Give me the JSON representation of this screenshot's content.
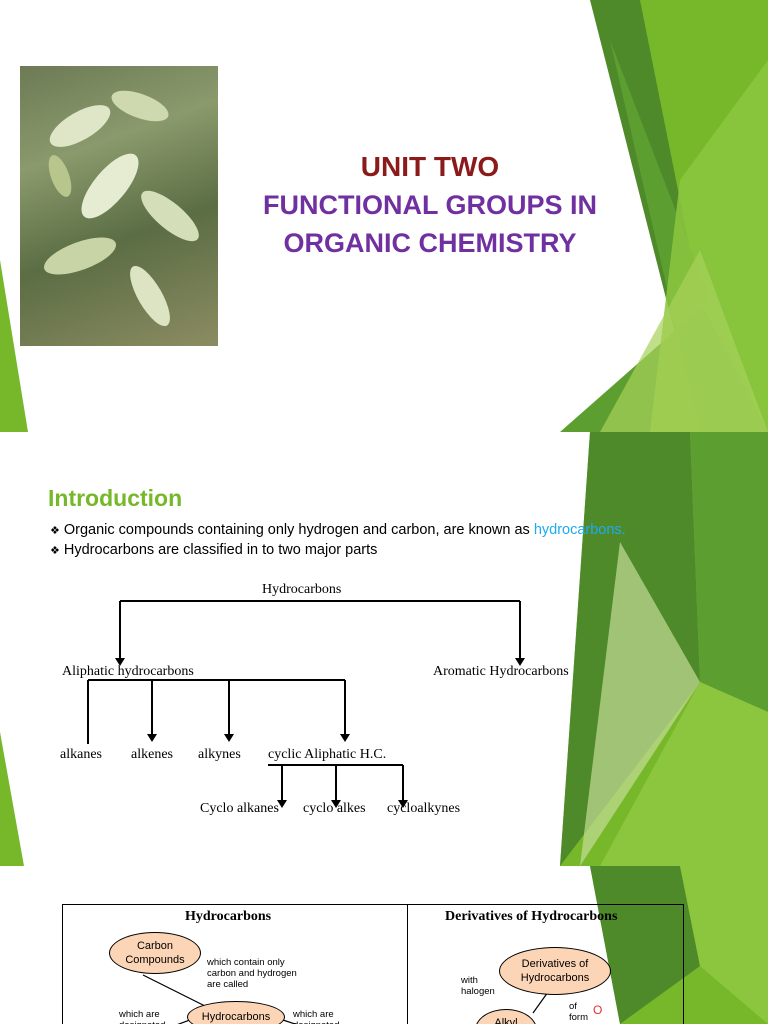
{
  "slide1": {
    "title_line1": "UNIT TWO",
    "title_line2a": "FUNCTIONAL GROUPS IN",
    "title_line2b": "ORGANIC CHEMISTRY"
  },
  "slide2": {
    "heading": "Introduction",
    "bullet1_text": "Organic compounds containing only hydrogen and carbon, are known as ",
    "bullet1_highlight": "hydrocarbons.",
    "bullet2_text": "Hydrocarbons are classified in to two major parts",
    "tree": {
      "root": "Hydrocarbons",
      "aliphatic": "Aliphatic hydrocarbons",
      "aromatic": "Aromatic Hydrocarbons",
      "alkanes": "alkanes",
      "alkenes": "alkenes",
      "alkynes": "alkynes",
      "cyclic": "cyclic Aliphatic H.C.",
      "cycloalkanes": "Cyclo alkanes",
      "cycloalkes": "cyclo alkes",
      "cycloalkynes": "cycloalkynes"
    }
  },
  "slide3": {
    "col1_header": "Hydrocarbons",
    "col2_header": "Derivatives of Hydrocarbons",
    "carbon_compounds": "Carbon Compounds",
    "which_contain": "which contain only carbon and hydrogen are called",
    "hydrocarbons_node": "Hydrocarbons",
    "which_are_left": "which are designated",
    "which_are_right": "which are designated",
    "derivatives_node": "Derivatives of Hydrocarbons",
    "with_halogen": "with halogen",
    "alkyl_halides": "Alkyl Halides",
    "of_form": "of form",
    "o_symbol": "O"
  }
}
